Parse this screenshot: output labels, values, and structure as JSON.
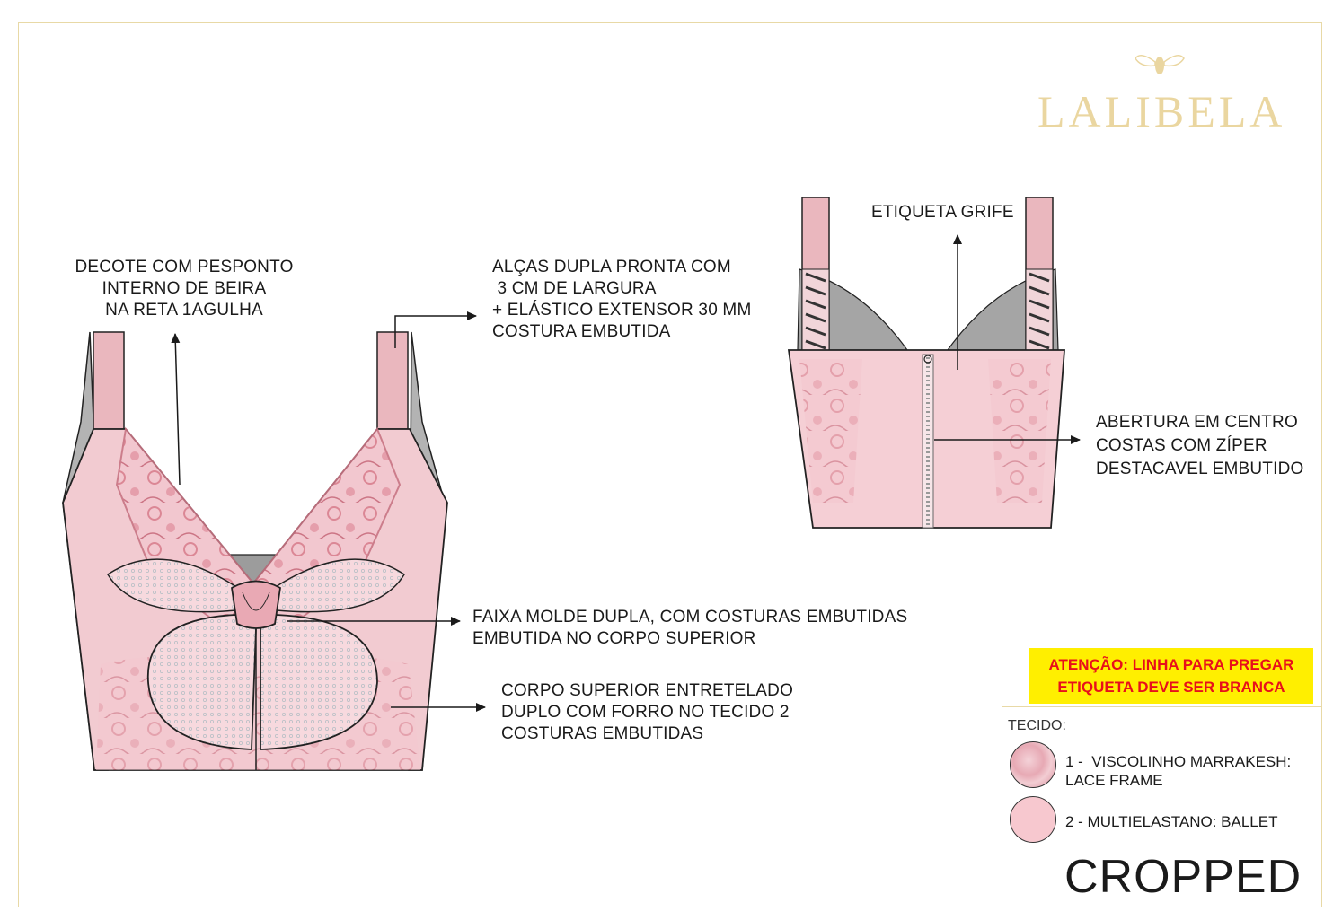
{
  "brand": {
    "name": "LALIBELA",
    "logo_icon": "bee-icon",
    "brand_color": "#ead6a0"
  },
  "callouts": {
    "decote": "DECOTE COM PESPONTO\nINTERNO DE BEIRA\nNA RETA 1AGULHA",
    "alcas": "ALÇAS DUPLA PRONTA COM\n 3 CM DE LARGURA\n+ ELÁSTICO EXTENSOR 30 MM\nCOSTURA EMBUTIDA",
    "etiqueta": "ETIQUETA GRIFE",
    "abertura": "ABERTURA EM CENTRO\nCOSTAS COM ZÍPER\nDESTACAVEL EMBUTIDO",
    "faixa": "FAIXA MOLDE DUPLA, COM COSTURAS EMBUTIDAS\nEMBUTIDA NO CORPO SUPERIOR",
    "corpo": "CORPO SUPERIOR ENTRETELADO\nDUPLO COM FORRO NO TECIDO 2\nCOSTURAS EMBUTIDAS"
  },
  "warning": {
    "text": "ATENÇÃO: LINHA PARA PREGAR\nETIQUETA DEVE SER BRANCA",
    "bg_color": "#ffef00",
    "text_color": "#e8101b"
  },
  "fabrics": {
    "title": "TECIDO:",
    "items": [
      {
        "label": "1 -  VISCOLINHO MARRAKESH:\nLACE FRAME",
        "swatch": "lace-swatch-icon",
        "color": "#e7a9b4"
      },
      {
        "label": "2 - MULTIELASTANO: BALLET",
        "swatch": "solid-swatch-icon",
        "color": "#f7c8cf"
      }
    ]
  },
  "style_name": "CROPPED"
}
